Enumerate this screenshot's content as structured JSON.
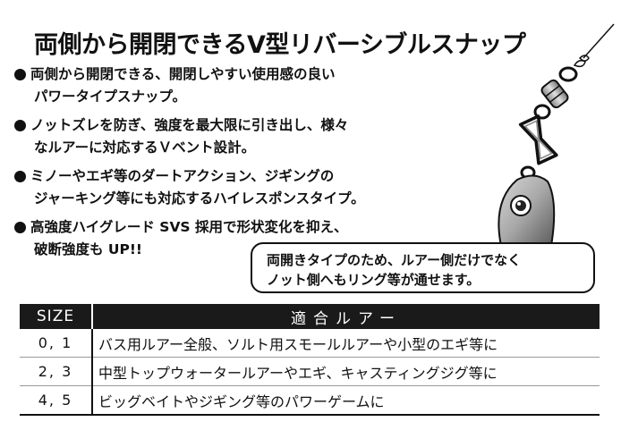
{
  "title": "両側から開閉できるV型リバーシブルスナップ",
  "features": [
    {
      "lines": [
        "両側から開閉できる、開閉しやすい使用感の良い",
        "パワータイプスナップ。"
      ]
    },
    {
      "lines": [
        "ノットズレを防ぎ、強度を最大限に引き出し、様々",
        "なルアーに対応するＶベント設計。"
      ]
    },
    {
      "lines": [
        "ミノーやエギ等のダートアクション、ジギングの",
        "ジャーキング等にも対応するハイレスポンスタイプ。"
      ]
    },
    {
      "lines": [
        "高強度ハイグレード SVS 採用で形状変化を抑え、",
        "破断強度も UP!!"
      ]
    }
  ],
  "callout": {
    "lines": [
      "両開きタイプのため、ルアー側だけでなく",
      "ノット側へもリング等が通せます。"
    ]
  },
  "table": {
    "headers": {
      "size": "SIZE",
      "lure": "適合ルアー"
    },
    "rows": [
      {
        "size": "0, 1",
        "lure": "バス用ルアー全般、ソルト用スモールルアーや小型のエギ等に"
      },
      {
        "size": "2, 3",
        "lure": "中型トップウォータールアーやエギ、キャスティングジグ等に"
      },
      {
        "size": "4, 5",
        "lure": "ビッグベイトやジギング等のパワーゲームに"
      }
    ]
  },
  "colors": {
    "text": "#111111",
    "header_bg": "#1a1a1a",
    "metal": "#b8b8b8"
  },
  "illustration": {
    "icon": "snap-swivel-lure-icon"
  }
}
